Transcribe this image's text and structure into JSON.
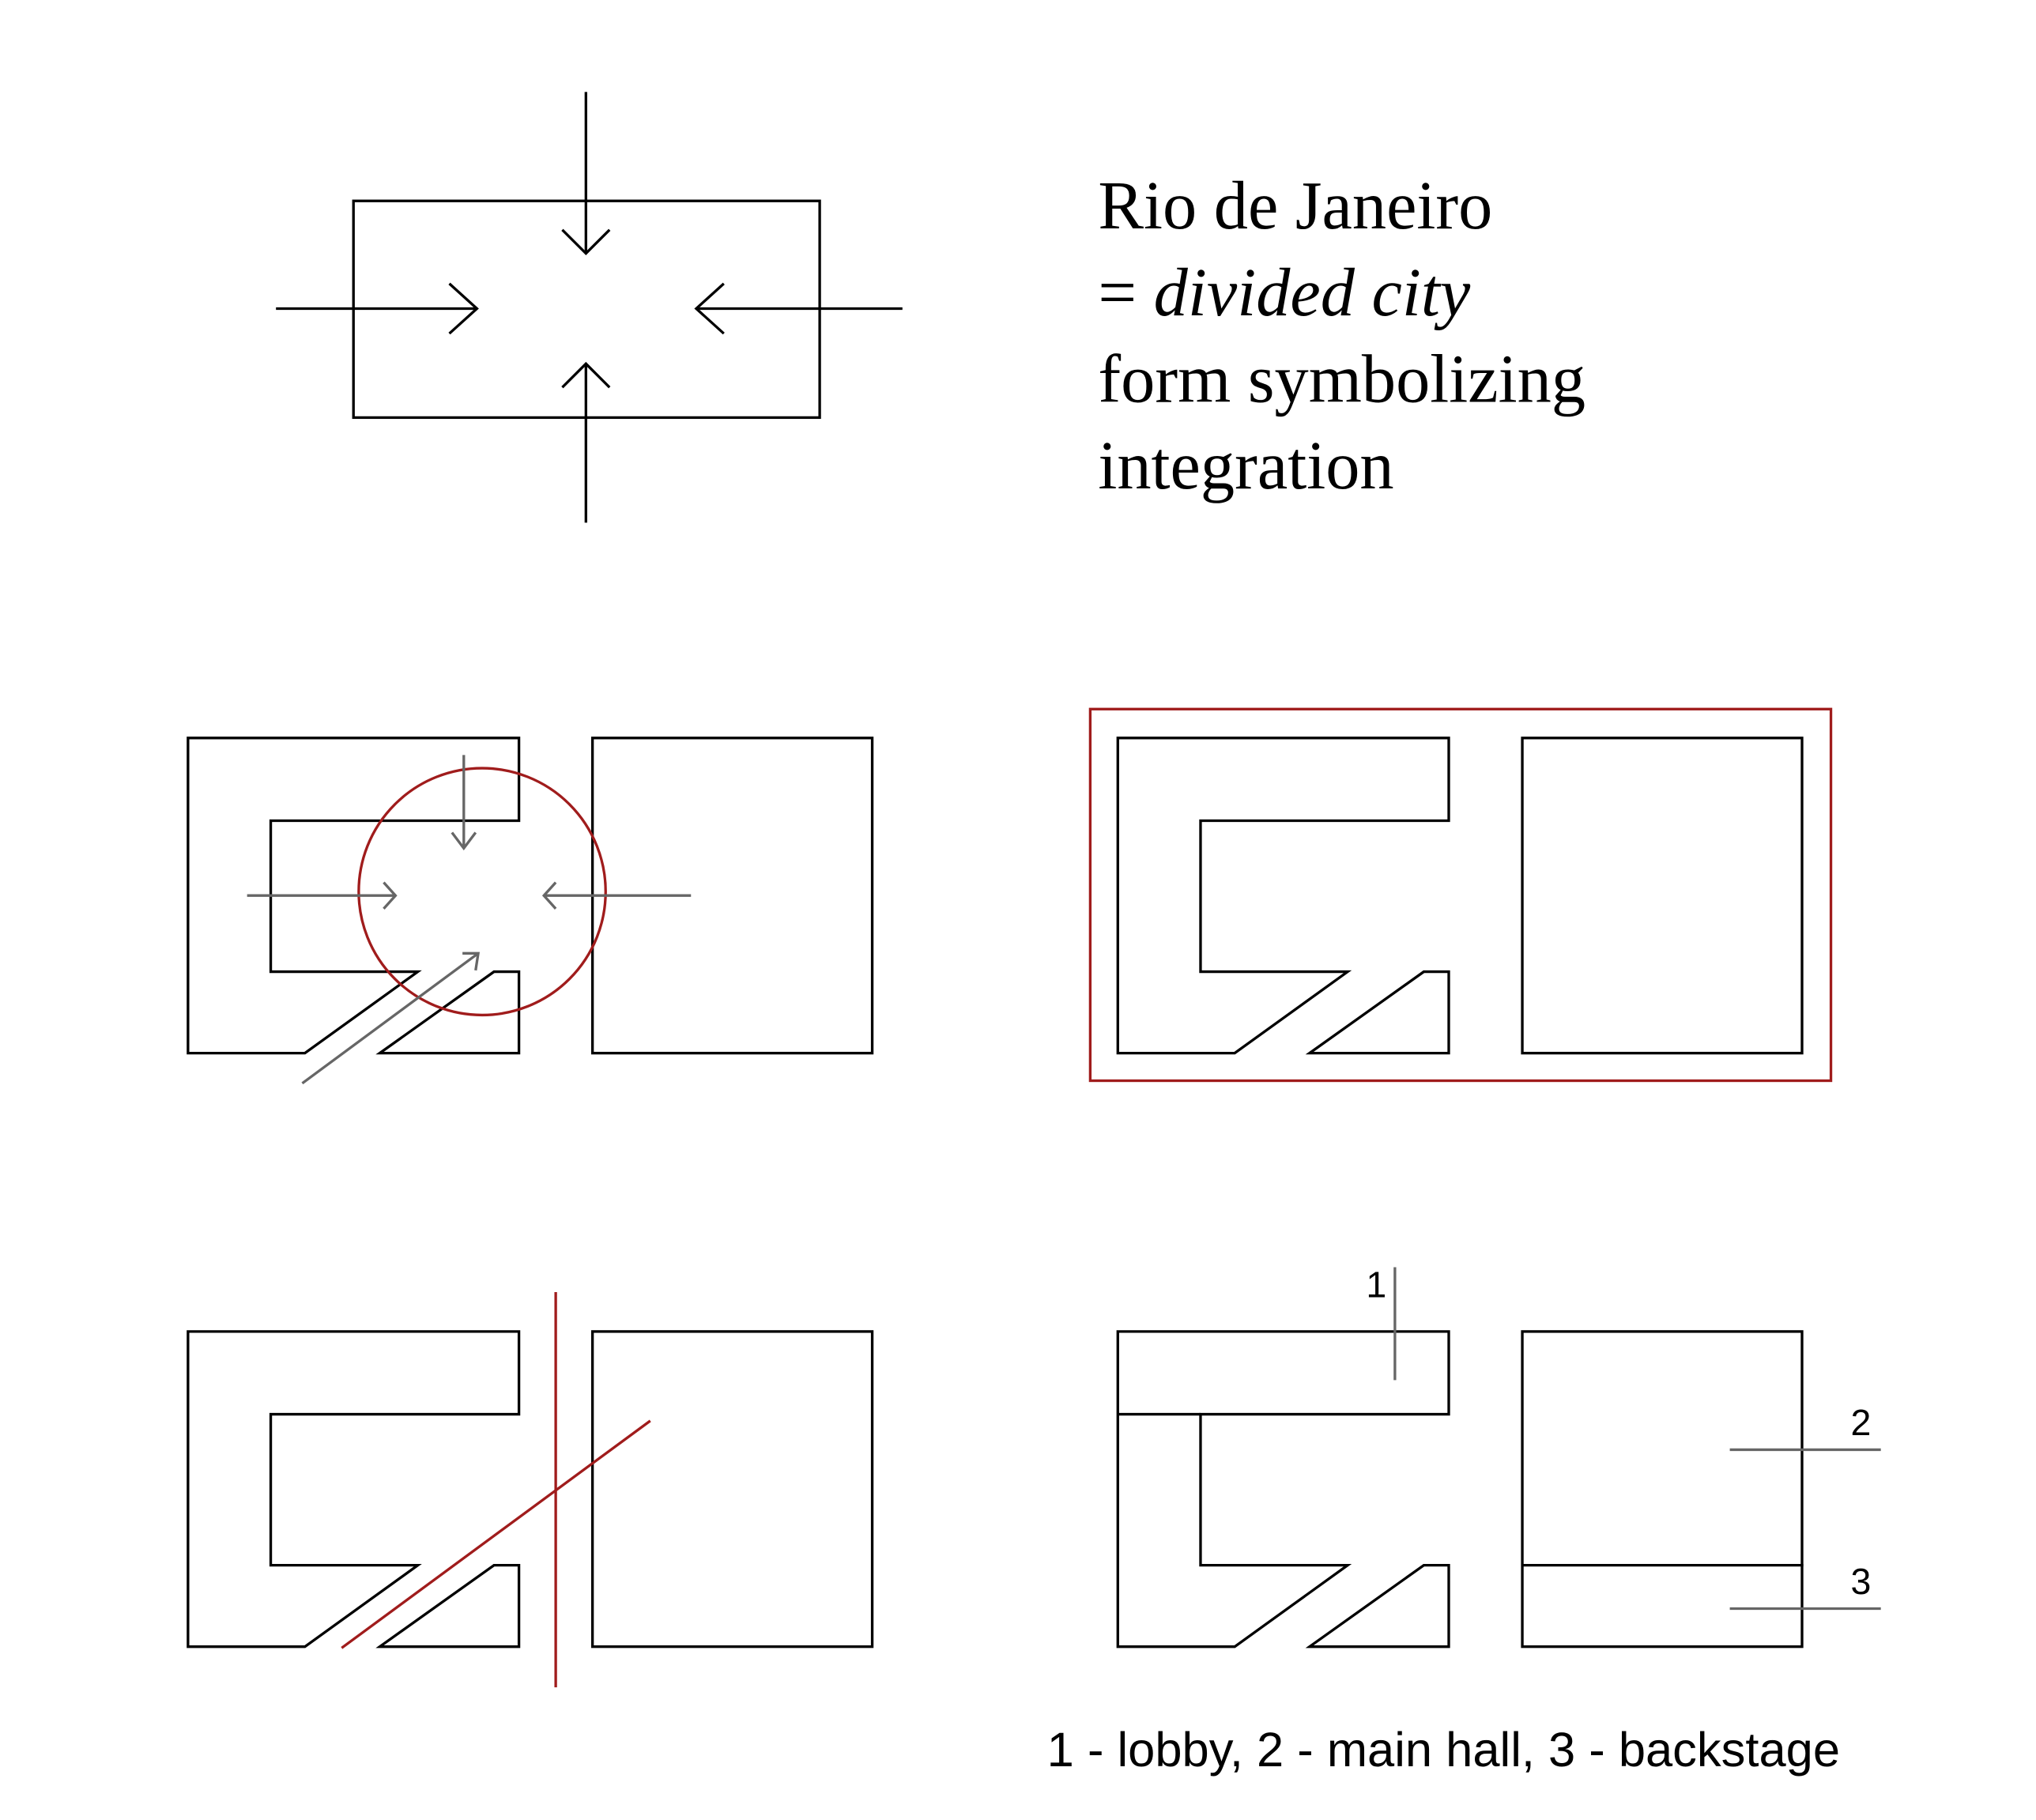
{
  "title_text": {
    "line1": "Rio de Janeiro",
    "line2_prefix": "= ",
    "line2_italic": "divided city",
    "line3": "form symbolizing",
    "line4": "integration"
  },
  "labels": {
    "one": "1",
    "two": "2",
    "three": "3"
  },
  "caption": "1 - lobby, 2 - main hall, 3 - backstage",
  "colors": {
    "line": "#000000",
    "arrow_gray": "#666666",
    "accent_red": "#a01c1c"
  }
}
